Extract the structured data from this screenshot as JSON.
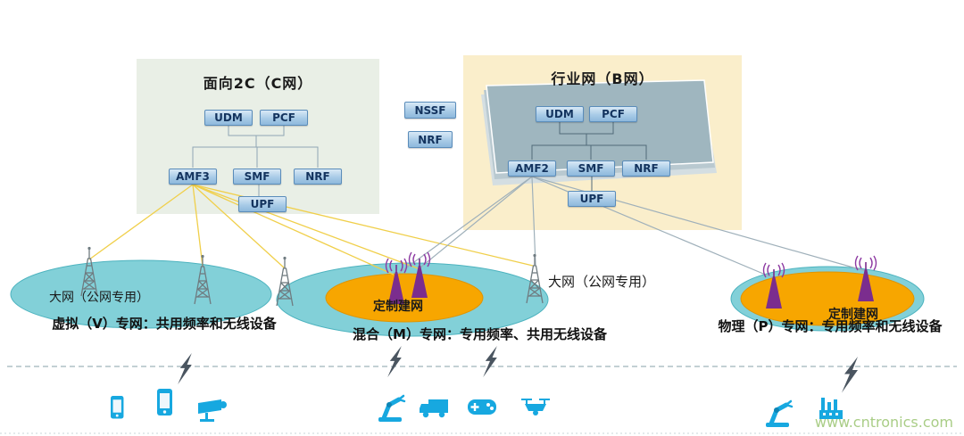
{
  "c_panel": {
    "title": "面向2C（C网）",
    "udm": "UDM",
    "pcf": "PCF",
    "amf": "AMF3",
    "smf": "SMF",
    "nrf": "NRF",
    "upf": "UPF"
  },
  "b_panel": {
    "title": "行业网（B网）",
    "udm": "UDM",
    "pcf": "PCF",
    "amf": "AMF2",
    "smf": "SMF",
    "nrf": "NRF",
    "upf": "UPF"
  },
  "shared_nodes": {
    "nssf": "NSSF",
    "nrf": "NRF"
  },
  "clouds": {
    "left": {
      "label": "大网（公网专用）",
      "caption": "虚拟（V）专网：共用频率和无线设备"
    },
    "middle": {
      "label": "定制建网",
      "side_label": "大网（公网专用）",
      "caption": "混合（M）专网：专用频率、共用无线设备"
    },
    "right": {
      "label": "定制建网",
      "caption": "物理（P）专网：专用频率和无线设备"
    }
  },
  "watermark": "www.cntronics.com",
  "icons": [
    "cell-tower-icon",
    "private-cell-tower-icon",
    "lightning-icon",
    "mobile-phone-icon",
    "smartphone-icon",
    "cctv-camera-icon",
    "robot-arm-icon",
    "truck-icon",
    "gamepad-icon",
    "drone-icon",
    "factory-icon"
  ],
  "colors": {
    "c_panel_bg": "#e9efe6",
    "b_panel_bg": "#faeecb",
    "node_fill": "#a9cbe7",
    "node_border": "#5a8cba",
    "teal_cloud": "#82d0d8",
    "orange_cloud": "#f7a600",
    "purple_tower": "#7b2d8e",
    "device_cyan": "#17a8e0",
    "yellow_link": "#f0cf4a",
    "gray_link": "#9fb0ba",
    "watermark_green": "#a9cd86"
  }
}
